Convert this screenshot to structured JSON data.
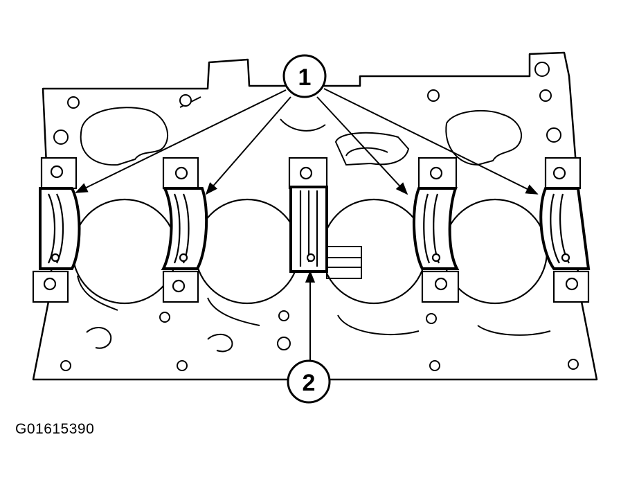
{
  "callouts": {
    "upper_bearings": "1",
    "thrust_bearing": "2"
  },
  "figure_id": "G01615390",
  "colors": {
    "line": "#000000",
    "background": "#ffffff"
  }
}
